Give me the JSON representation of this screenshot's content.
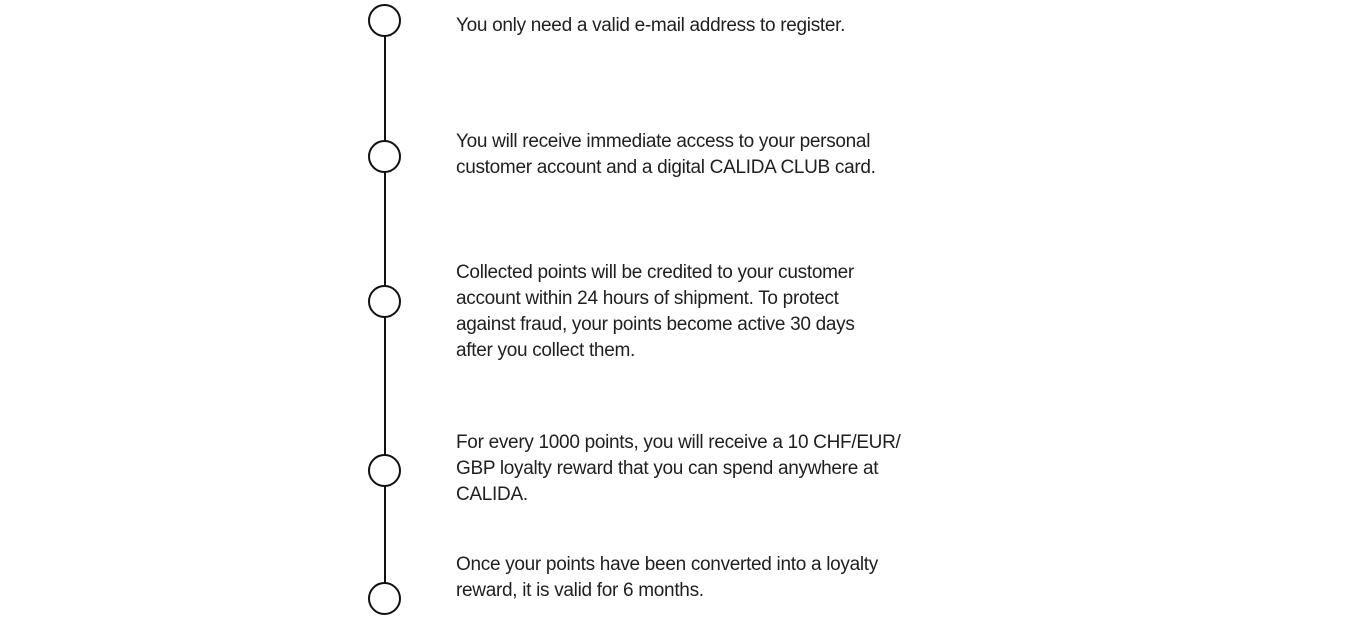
{
  "timeline": {
    "items": [
      {
        "text": "You only need a valid e-mail address to register."
      },
      {
        "text": "You will receive immediate access to your personal\ncustomer account and a digital CALIDA CLUB card."
      },
      {
        "text": "Collected points will be credited to your customer\naccount within 24 hours of shipment. To protect\nagainst fraud, your points become active 30 days\nafter you collect them."
      },
      {
        "text": "For every 1000 points, you will receive a 10 CHF/EUR/\nGBP loyalty reward that you can spend anywhere at\nCALIDA."
      },
      {
        "text": "Once your points have been converted into a loyalty\nreward, it is valid for 6 months."
      }
    ],
    "colors": {
      "text": "#1f1f1f",
      "stroke": "#111111",
      "background": "#ffffff"
    }
  }
}
